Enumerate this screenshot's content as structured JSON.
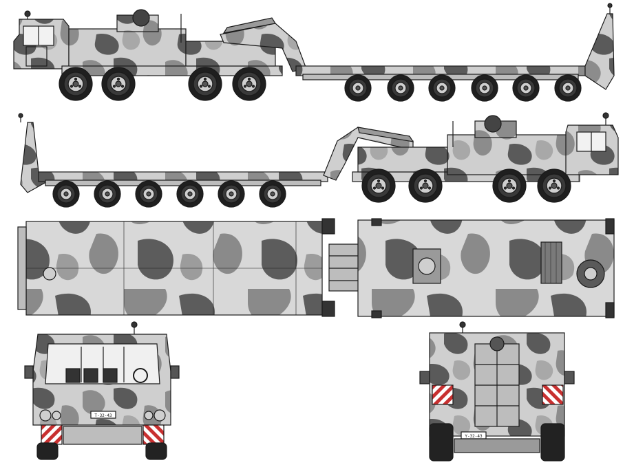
{
  "sheet": {
    "description_visible_text": "",
    "views": [
      {
        "id": "side-left",
        "label": ""
      },
      {
        "id": "side-right",
        "label": ""
      },
      {
        "id": "top",
        "label": ""
      },
      {
        "id": "front",
        "label": ""
      },
      {
        "id": "rear",
        "label": ""
      }
    ]
  },
  "plates": {
    "front_plate": "T-32-43",
    "rear_plate": "Y-32-43"
  },
  "colors": {
    "background": "#ffffff",
    "ink": "#1a1a1a",
    "camo_light": "#d9d9d9",
    "camo_mid": "#9a9a9a",
    "camo_dark": "#555555",
    "tire": "#222222",
    "hub": "#cfcfcf",
    "hazard_red": "#c83030"
  },
  "icons": {
    "tractor": "truck-icon",
    "wheel": "wheel-icon",
    "spare_wheel": "spare-wheel-icon",
    "beacon": "beacon-icon",
    "hazard_panel": "hazard-stripes-icon"
  }
}
